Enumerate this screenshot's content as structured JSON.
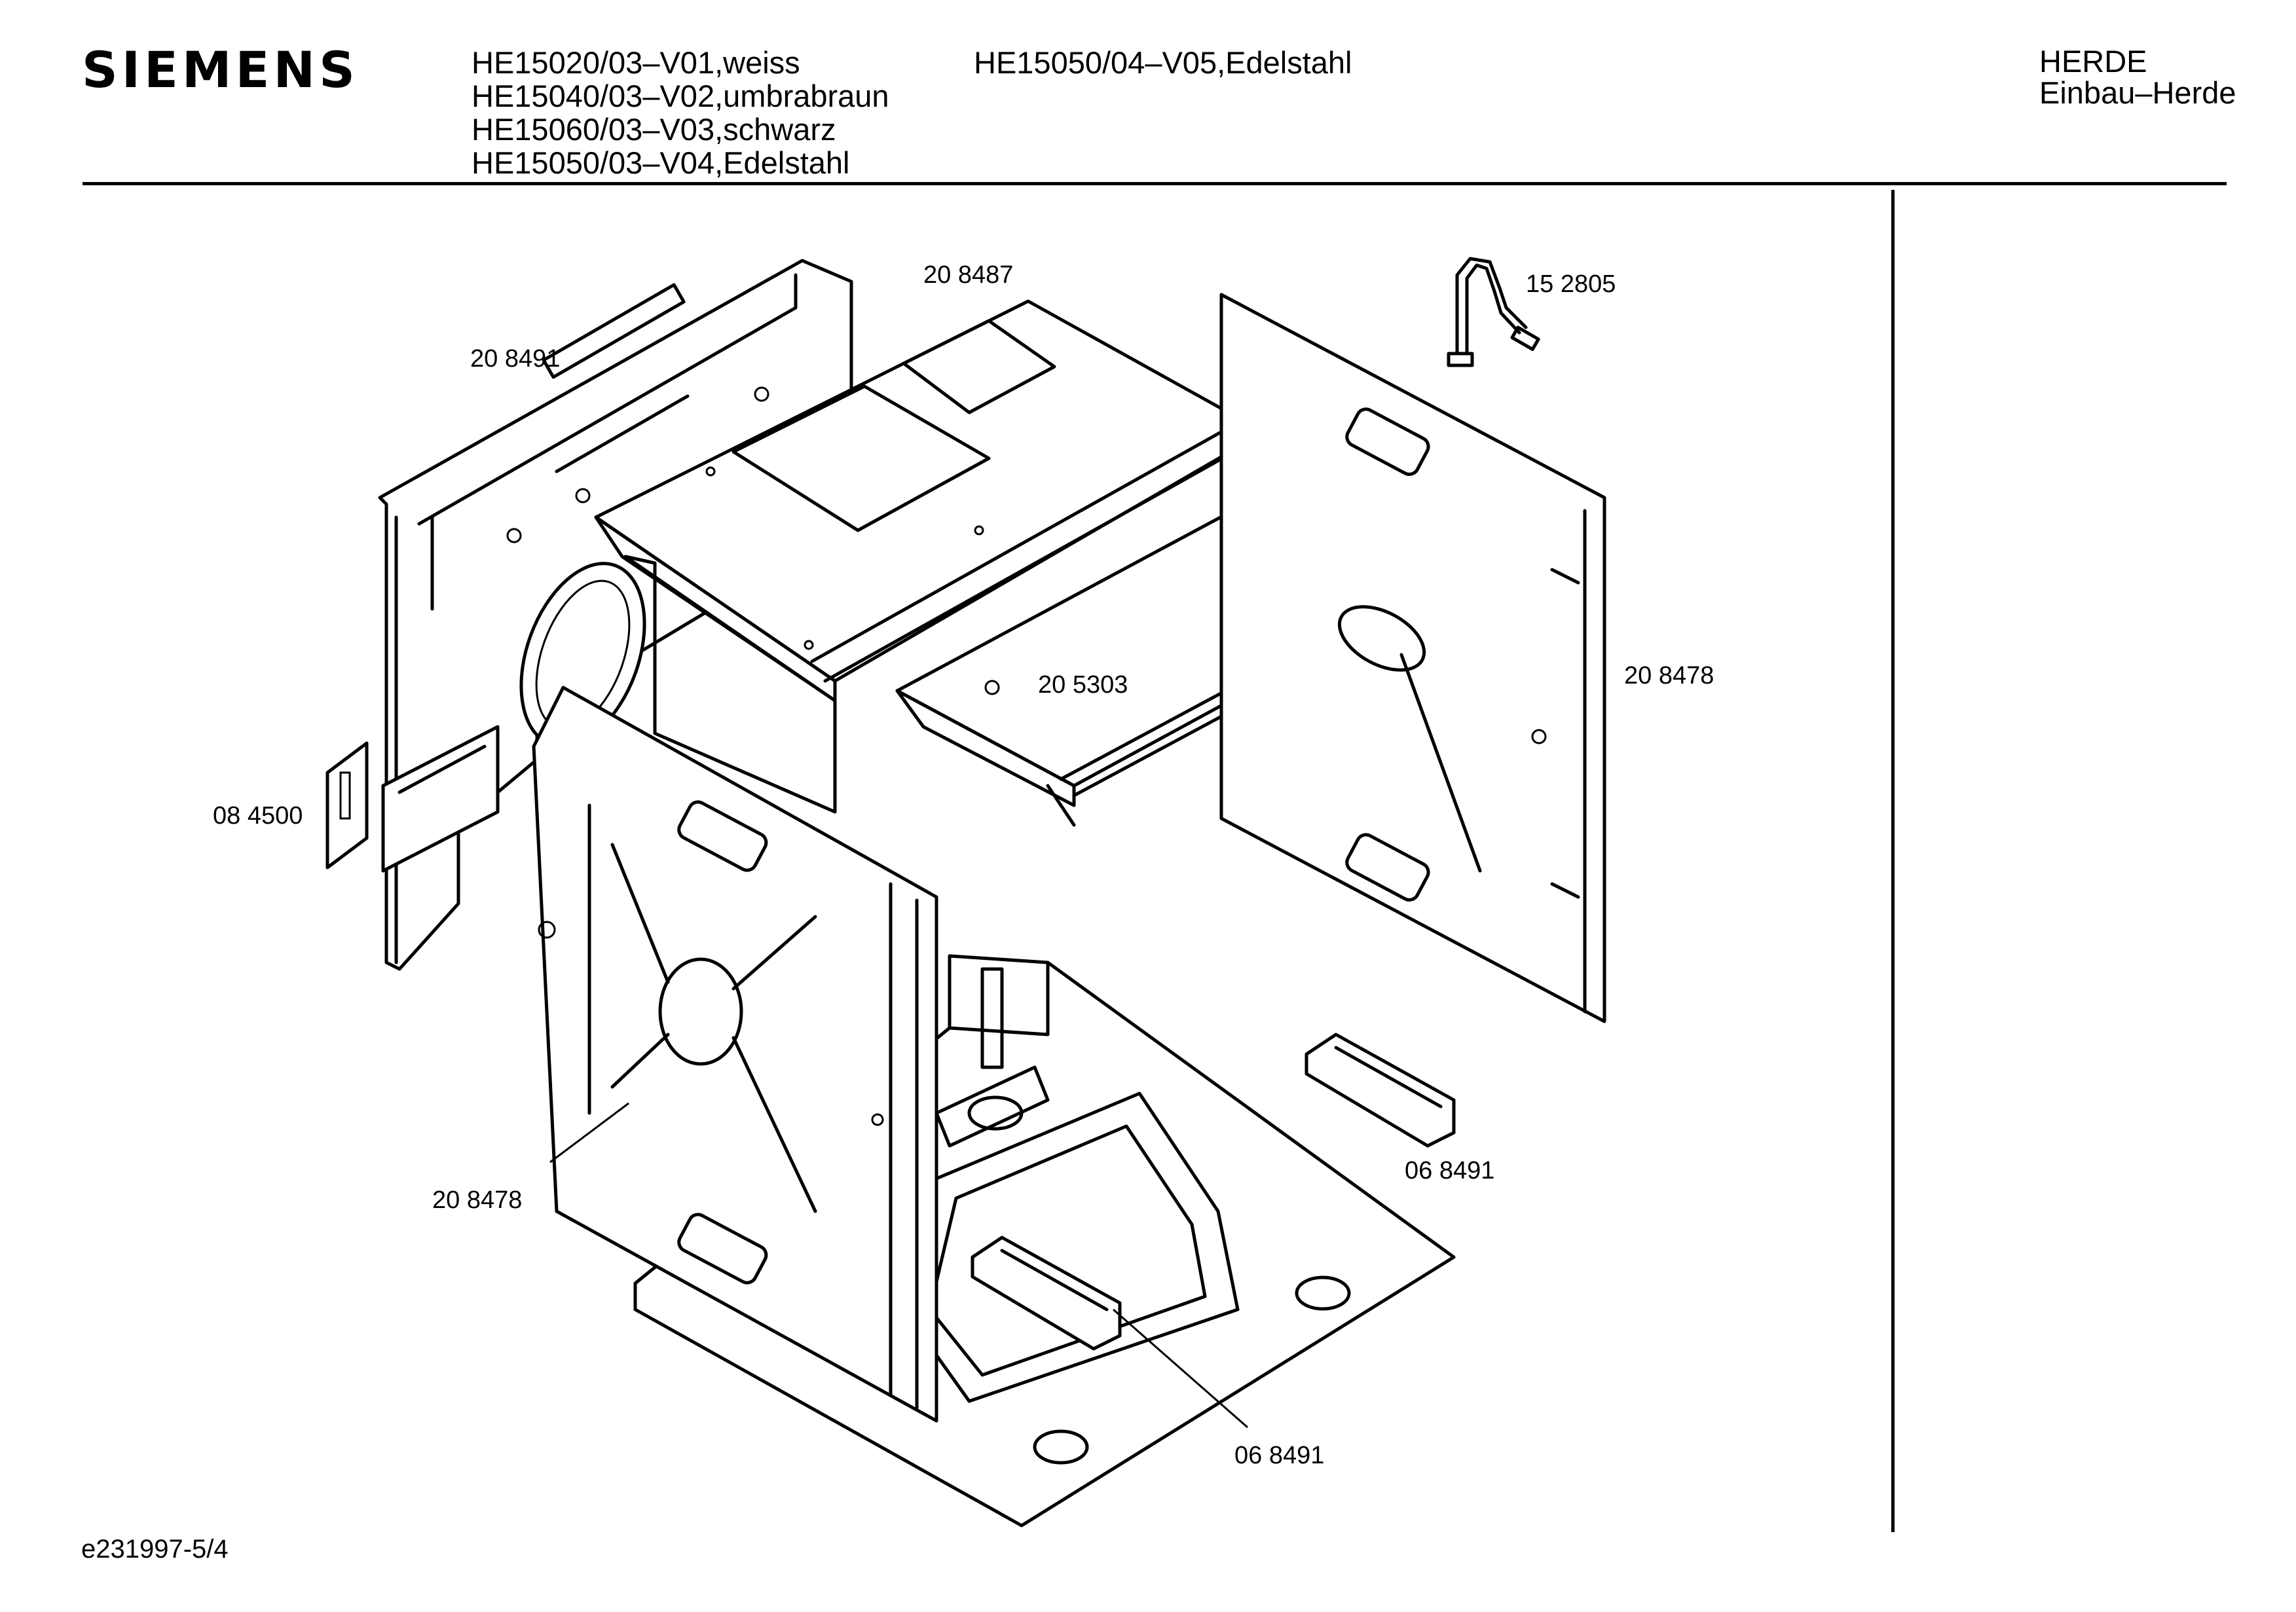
{
  "header": {
    "brand": "SIEMENS",
    "models_col1": [
      "HE15020/03–V01,weiss",
      "HE15040/03–V02,umbrabraun",
      "HE15060/03–V03,schwarz",
      "HE15050/03–V04,Edelstahl"
    ],
    "models_col2": [
      "HE15050/04–V05,Edelstahl"
    ],
    "category": "HERDE",
    "subcategory": "Einbau–Herde"
  },
  "part_labels": {
    "rear_left_panel": "20 8491",
    "top_panel": "20 8487",
    "cable": "15 2805",
    "rail": "20 5303",
    "right_side_panel": "20 8478",
    "bracket": "08 4500",
    "left_side_panel": "20 8478",
    "clip_right": "06 8491",
    "clip_bottom": "06 8491"
  },
  "footer": {
    "doc_id": "e231997-5/4"
  }
}
